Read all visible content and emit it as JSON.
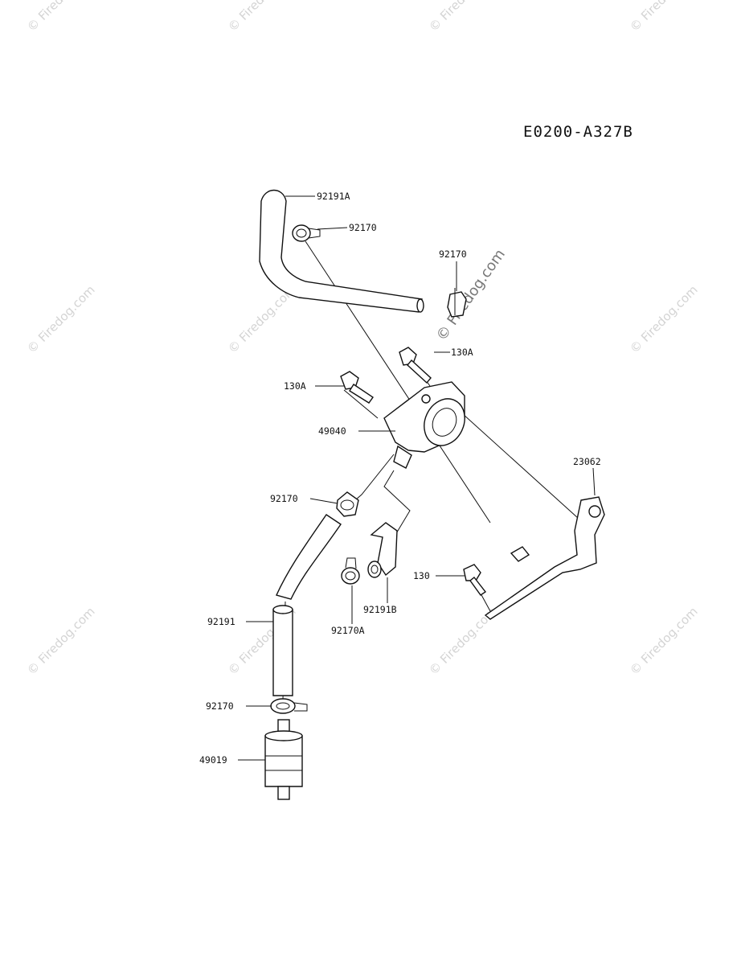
{
  "diagram_code": "E0200-A327B",
  "watermark": "© Firedog.com",
  "part_labels": {
    "hose_top": "92191A",
    "clamp_top_left": "92170",
    "clamp_top_right": "92170",
    "bolt_upper": "130A",
    "bolt_left": "130A",
    "fuel_pump": "49040",
    "bracket": "23062",
    "clamp_mid": "92170",
    "bolt_bracket": "130",
    "hose_small": "92191B",
    "clamp_small": "92170A",
    "hose_lower": "92191",
    "clamp_bottom": "92170",
    "fuel_filter": "49019"
  }
}
